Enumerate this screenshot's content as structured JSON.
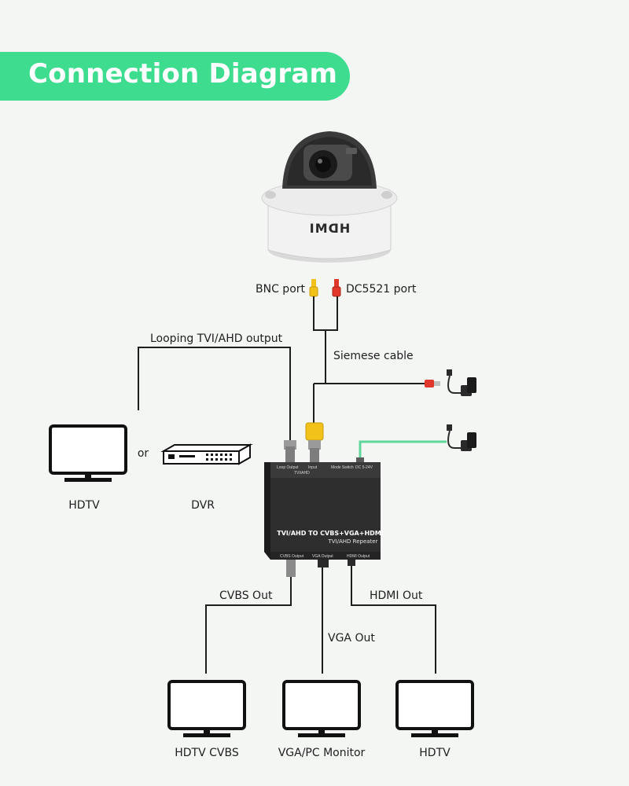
{
  "header": {
    "title": "Connection Diagram"
  },
  "colors": {
    "accent": "#3ddc8e",
    "line": "#1e1e1e",
    "dc_cable": "#5fd69a",
    "bnc_plug": "#f2c21a",
    "dc_plug": "#e0382b"
  },
  "camera": {
    "brand": "HDMI",
    "ports": {
      "bnc": "BNC port",
      "dc": "DC5521 port"
    }
  },
  "cables": {
    "siamese": "Siemese cable",
    "looping": "Looping TVI/AHD output"
  },
  "inputs": {
    "hdtv": "HDTV",
    "or": "or",
    "dvr": "DVR"
  },
  "repeater": {
    "title": "TVI/AHD TO CVBS+VGA+HDMI",
    "subtitle": "TVI/AHD Repeater",
    "top_ports": [
      "Loop Output",
      "Input",
      "TVI/AHD",
      "Mode Switch",
      "DC 5-24V"
    ],
    "bottom_ports": [
      "CVBS Output",
      "VGA Output",
      "HDMI Output"
    ]
  },
  "outputs": [
    {
      "cable": "CVBS Out",
      "device": "HDTV CVBS"
    },
    {
      "cable": "VGA Out",
      "device": "VGA/PC Monitor"
    },
    {
      "cable": "HDMI Out",
      "device": "HDTV"
    }
  ],
  "icons": [
    "dome-camera-icon",
    "power-adapter-icon",
    "monitor-icon",
    "dvr-icon"
  ]
}
